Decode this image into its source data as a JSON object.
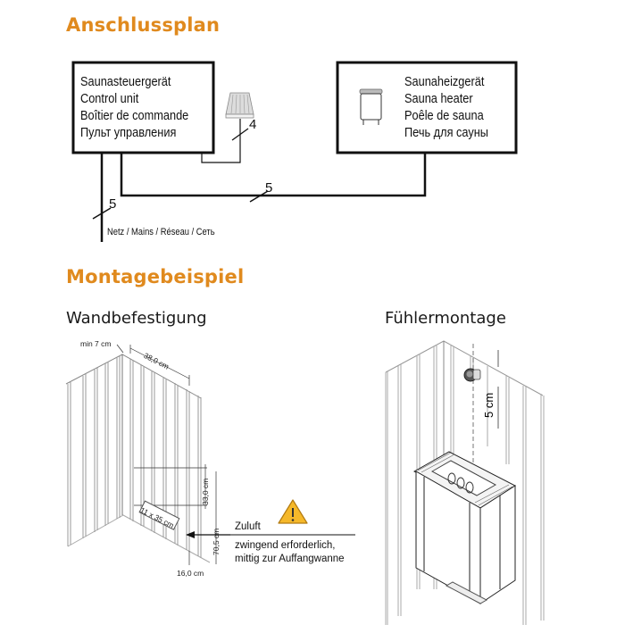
{
  "sections": {
    "wiring_title": "Anschlussplan",
    "mounting_title": "Montagebeispiel",
    "wall_mount_title": "Wandbefestigung",
    "sensor_mount_title": "Fühlermontage"
  },
  "control_unit": {
    "lines": [
      "Saunasteuergerät",
      "Control unit",
      "Boîtier de commande",
      "Пульт управления"
    ]
  },
  "sauna_heater": {
    "lines": [
      "Saunaheizgerät",
      "Sauna heater",
      "Poêle de sauna",
      "Печь для сауны"
    ]
  },
  "cables": {
    "sensor_cable": "4",
    "heater_cable": "5",
    "mains_cable": "5",
    "mains_label": "Netz / Mains / Réseau / Сеть"
  },
  "wall_dimensions": {
    "min_gap": "min 7 cm",
    "width": "38,0 cm",
    "upper_height": "33,0 cm",
    "total_height": "70,5 cm",
    "bottom": "16,0 cm",
    "vent_size": "11 x 35 cm"
  },
  "air_inlet": {
    "label": "Zuluft",
    "note_lines": [
      "zwingend erforderlich,",
      "mittig zur Auffangwanne"
    ],
    "warning_icon": "warning-triangle-icon"
  },
  "sensor_dimensions": {
    "distance": "5 cm"
  },
  "colors": {
    "title_orange": "#e08a1e",
    "warning_yellow": "#f5b82a",
    "line": "#111111",
    "panel_grey": "#bdbdbd"
  }
}
